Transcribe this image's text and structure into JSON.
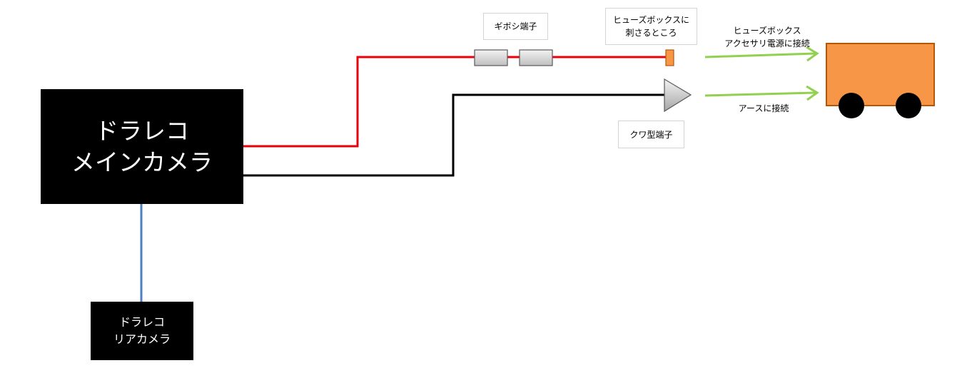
{
  "main_camera": {
    "line1": "ドラレコ",
    "line2": "メインカメラ"
  },
  "rear_camera": {
    "line1": "ドラレコ",
    "line2": "リアカメラ"
  },
  "labels": {
    "gibosi": "ギボシ端子",
    "fuse_insert_line1": "ヒューズボックスに",
    "fuse_insert_line2": "刺さるところ",
    "kuwa": "クワ型端子",
    "fuse_acc_line1": "ヒューズボックス",
    "fuse_acc_line2": "アクセサリ電源に接続",
    "earth": "アースに接続"
  },
  "colors": {
    "power_wire": "#e8000b",
    "ground_wire": "#000000",
    "rear_cable": "#4f81bd",
    "arrow": "#92d050",
    "car_body": "#f79646",
    "car_border": "#b65708",
    "terminal_fill": "#d9d9d9"
  }
}
